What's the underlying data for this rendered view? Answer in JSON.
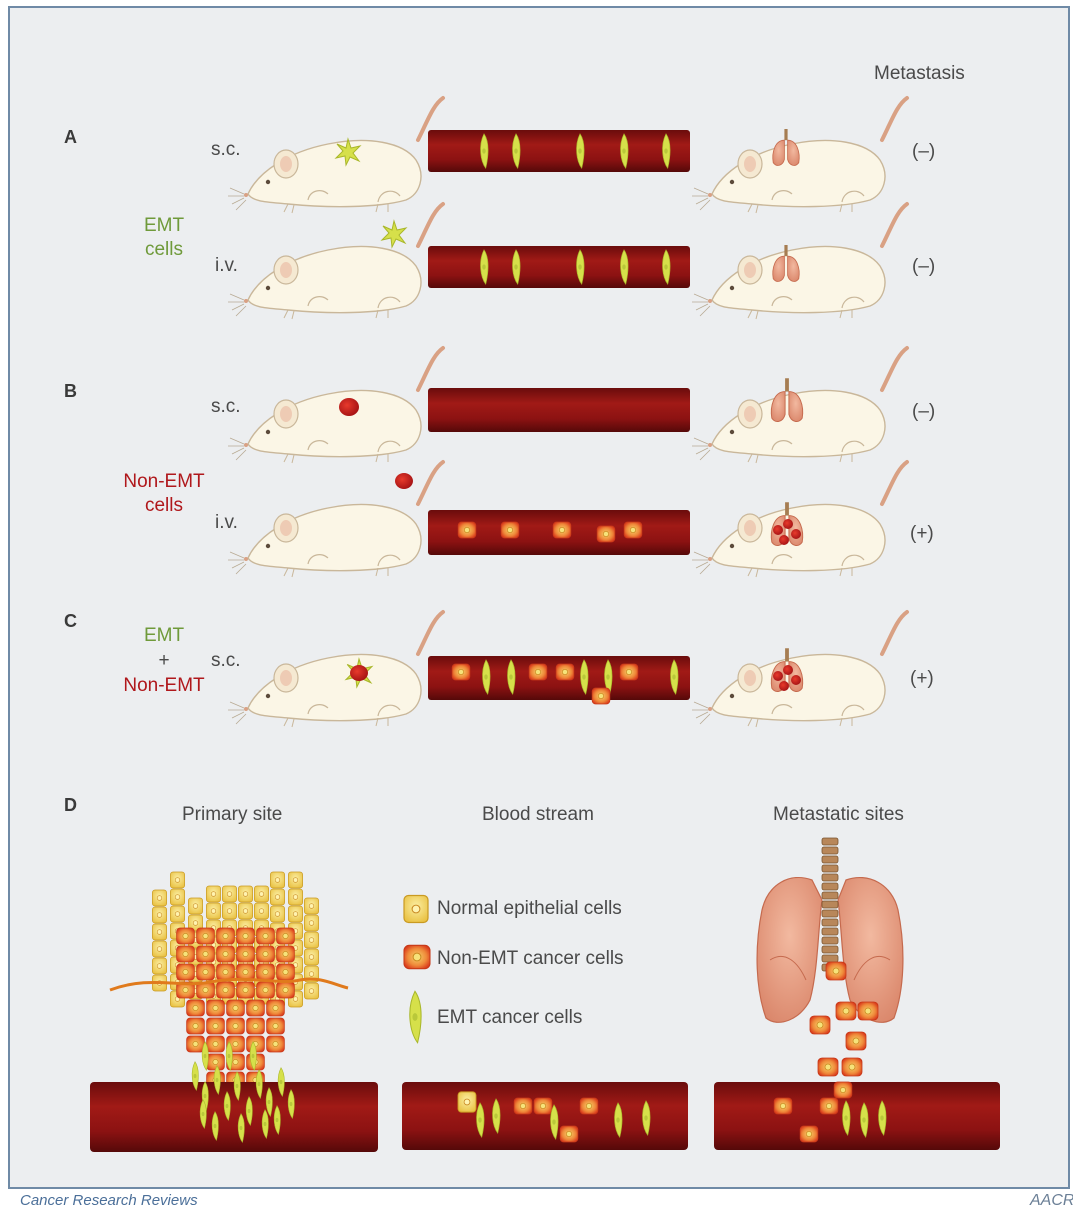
{
  "header": {
    "metastasis": "Metastasis"
  },
  "panels": {
    "a": "A",
    "b": "B",
    "c": "C",
    "d": "D"
  },
  "routes": {
    "a1": "s.c.",
    "a2": "i.v.",
    "b1": "s.c.",
    "b2": "i.v.",
    "c1": "s.c."
  },
  "results": {
    "a1": "(–)",
    "a2": "(–)",
    "b1": "(–)",
    "b2": "(+)",
    "c1": "(+)"
  },
  "groups": {
    "emt_line1": "EMT",
    "emt_line2": "cells",
    "nonemt_line1": "Non-EMT",
    "nonemt_line2": "cells",
    "c_emt": "EMT",
    "c_plus": "+",
    "c_nonemt": "Non-EMT"
  },
  "panel_d": {
    "primary": "Primary site",
    "blood": "Blood stream",
    "metastatic": "Metastatic sites"
  },
  "legend": {
    "normal": "Normal epithelial cells",
    "nonemt": "Non-EMT cancer cells",
    "emt": "EMT cancer cells"
  },
  "footer": {
    "journal": "Cancer Research Reviews",
    "logo": "AACR"
  },
  "colors": {
    "vessel": "#8e1414",
    "vessel_dark": "#5e0a0a",
    "emt_cell": "#d6e04a",
    "nonemt_cell": "#e2401e",
    "normal_cell": "#f3d66a",
    "mouse": "#fbf6e6",
    "tail": "#d9a184",
    "lung": "#e9a58a",
    "border": "#6f8aa6"
  }
}
